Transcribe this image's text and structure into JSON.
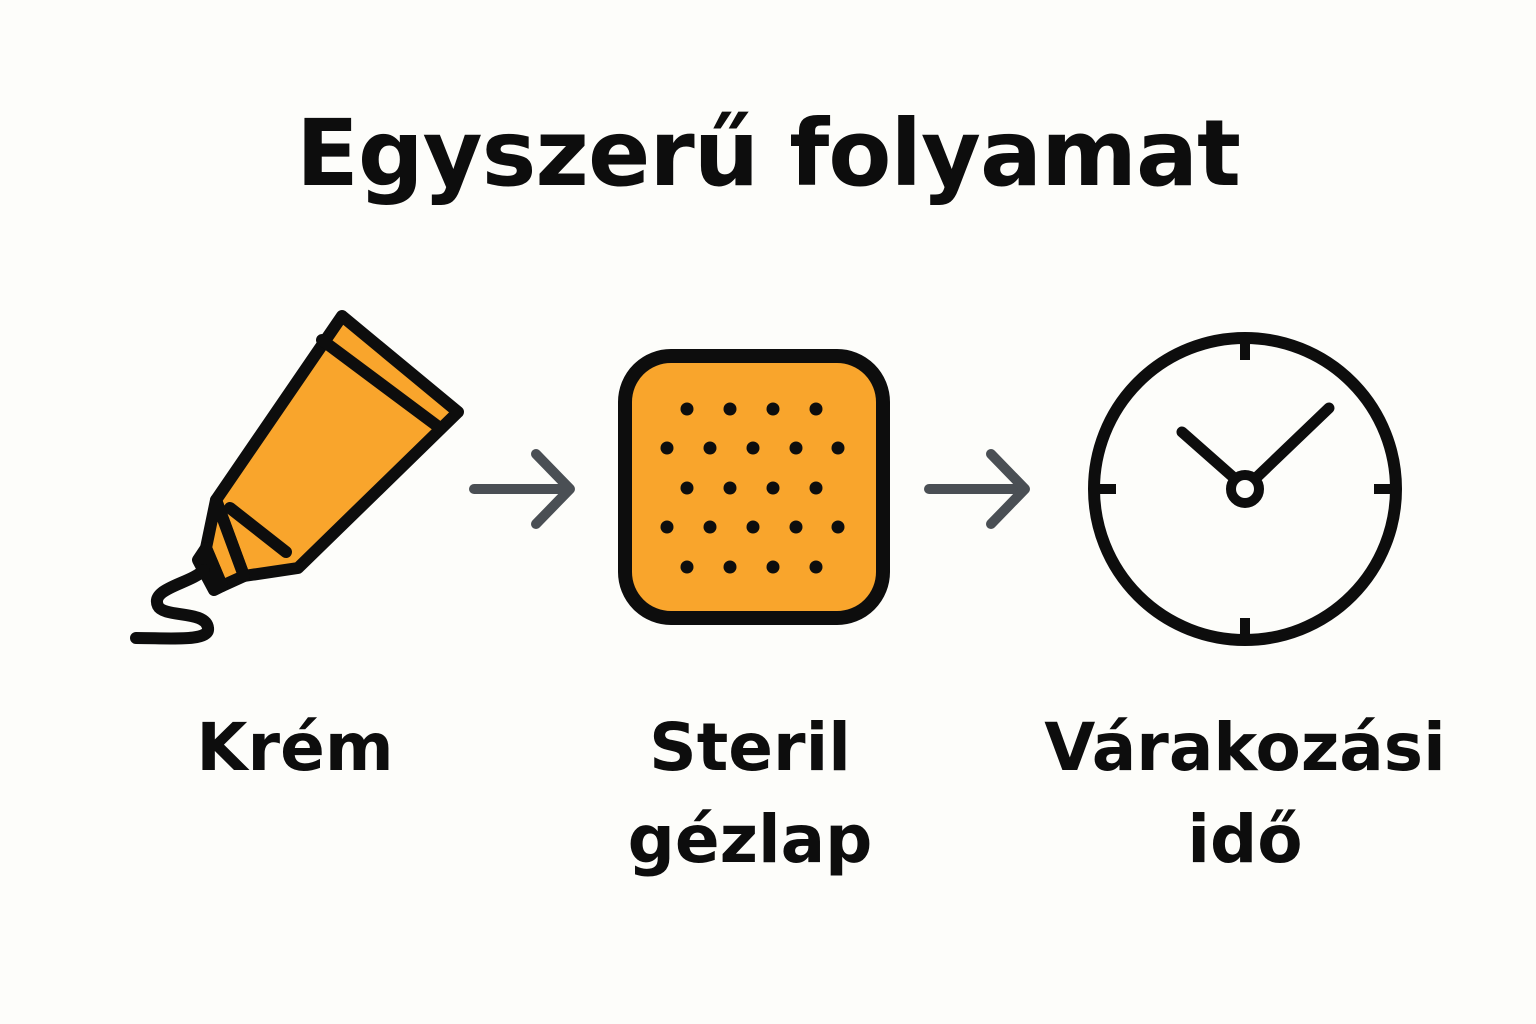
{
  "title": "Egyszerű folyamat",
  "colors": {
    "background": "#fdfdfa",
    "accent": "#f9a52c",
    "stroke": "#0d0d0d",
    "arrow": "#4a4f54"
  },
  "steps": [
    {
      "icon": "cream-tube-icon",
      "label": "Krém"
    },
    {
      "icon": "gauze-pad-icon",
      "label": "Steril\ngézlap"
    },
    {
      "icon": "clock-icon",
      "label": "Várakozási\nidő"
    }
  ],
  "connectors": [
    "arrow-right-icon",
    "arrow-right-icon"
  ]
}
